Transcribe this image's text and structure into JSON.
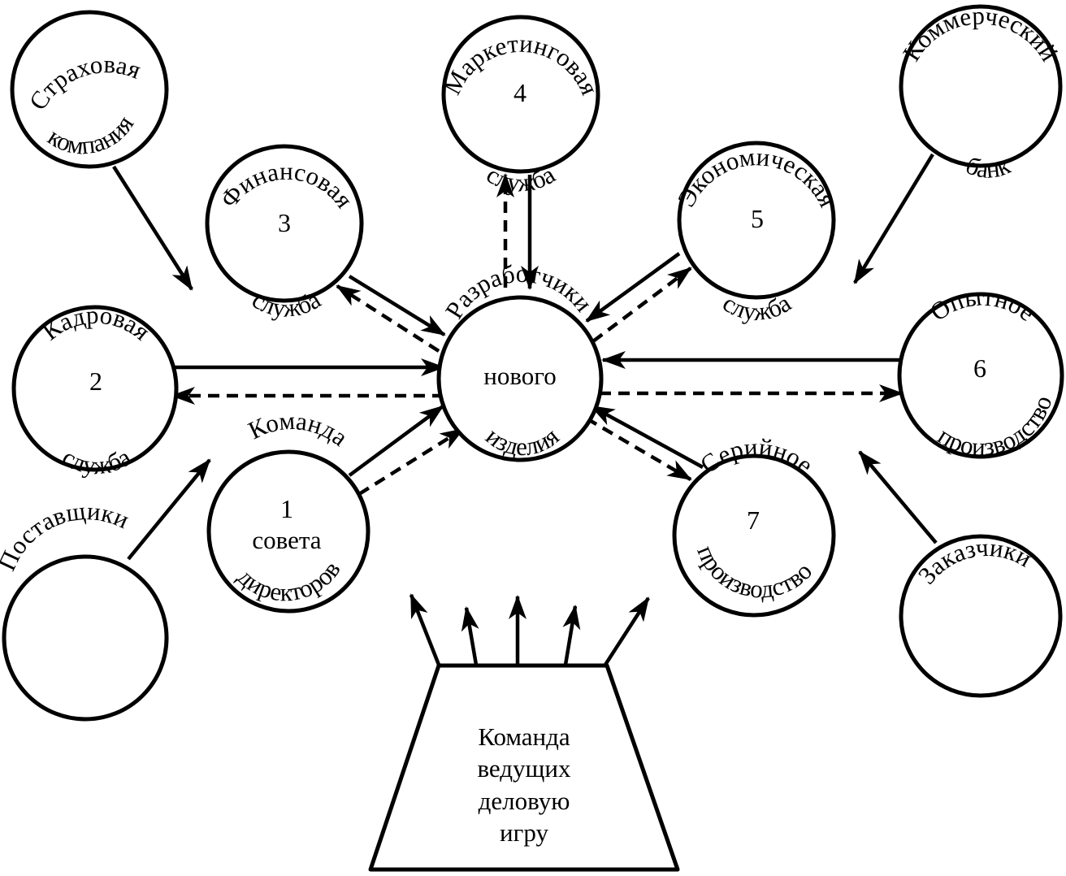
{
  "center": {
    "line1": "Разработчики",
    "line2": "нового",
    "line3": "изделия"
  },
  "nodes": {
    "insurance": {
      "line1": "Страховая",
      "line2": "компания"
    },
    "marketing": {
      "line1": "Маркетинговая",
      "number": "4",
      "line2": "служба"
    },
    "bank": {
      "line1": "Коммерческий",
      "line2": "банк"
    },
    "finance": {
      "line1": "Финансовая",
      "number": "3",
      "line2": "служба"
    },
    "economic": {
      "line1": "Экономическая",
      "number": "5",
      "line2": "служба"
    },
    "hr": {
      "line1": "Кадровая",
      "number": "2",
      "line2": "служба"
    },
    "pilot": {
      "line1": "Опытное",
      "number": "6",
      "line2": "производство"
    },
    "board": {
      "line1": "Команда",
      "number": "1",
      "line2": "совета",
      "line3": "директоров"
    },
    "serial": {
      "line1": "Серийное",
      "number": "7",
      "line2": "производство"
    },
    "suppliers": {
      "line1": "Поставщики"
    },
    "customers": {
      "line1": "Заказчики"
    }
  },
  "host_team": {
    "line1": "Команда",
    "line2": "ведущих",
    "line3": "деловую",
    "line4": "игру"
  }
}
